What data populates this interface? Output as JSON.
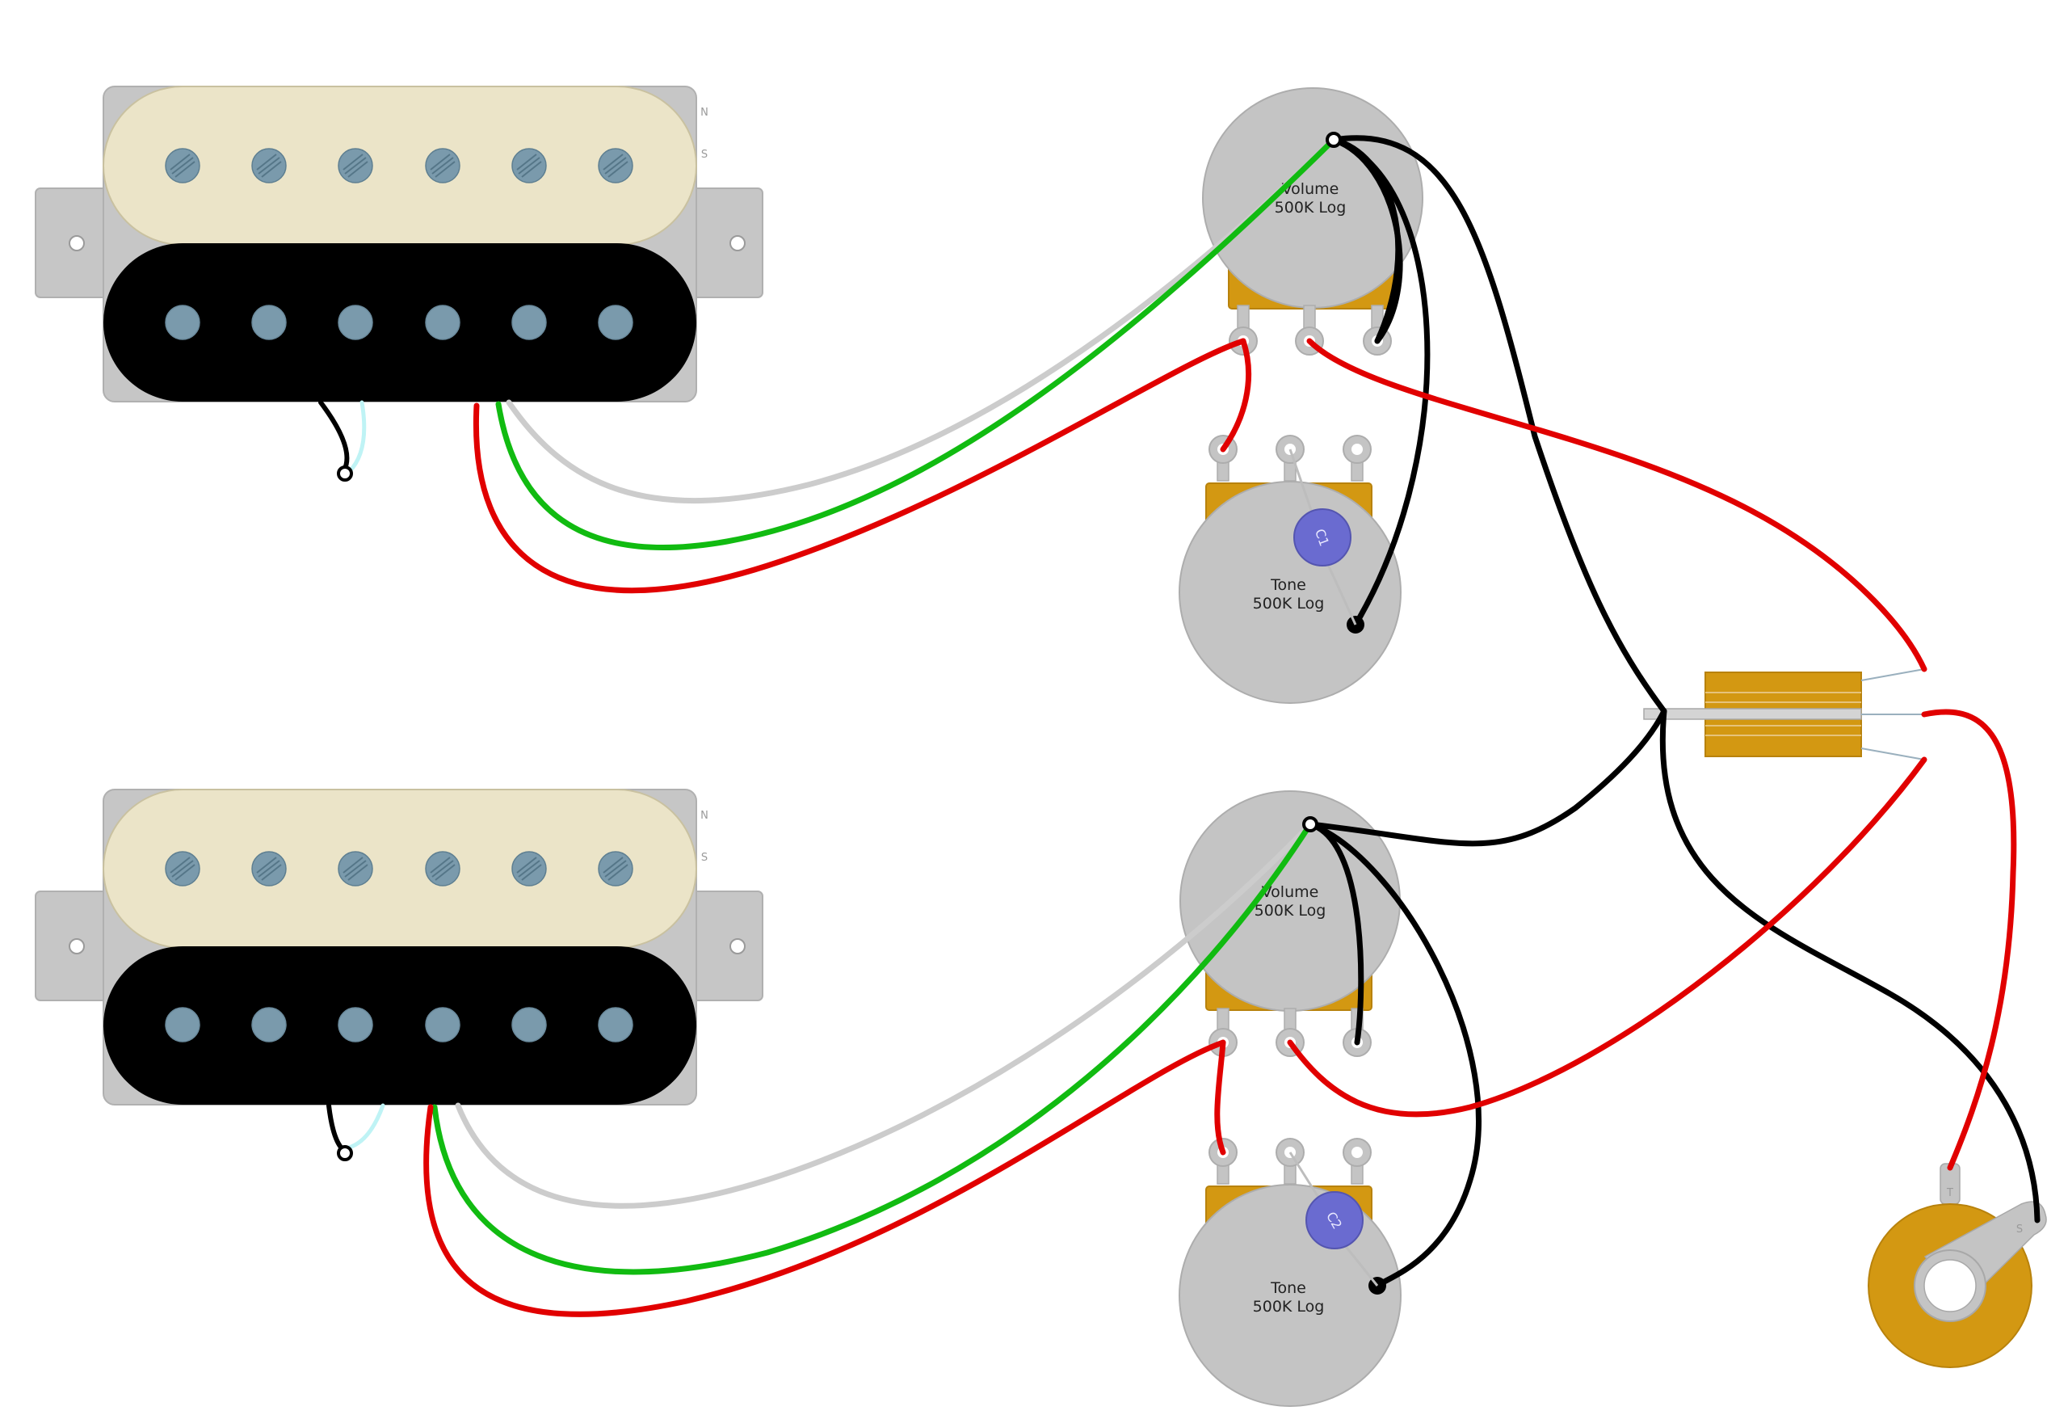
{
  "pickups": [
    {
      "id": "neck",
      "north_label": "N",
      "south_label": "S"
    },
    {
      "id": "bridge",
      "north_label": "N",
      "south_label": "S"
    }
  ],
  "pots": [
    {
      "id": "neck-volume",
      "name": "Volume",
      "value": "500K Log"
    },
    {
      "id": "neck-tone",
      "name": "Tone",
      "value": "500K Log"
    },
    {
      "id": "bridge-volume",
      "name": "Volume",
      "value": "500K Log"
    },
    {
      "id": "bridge-tone",
      "name": "Tone",
      "value": "500K Log"
    }
  ],
  "capacitors": [
    {
      "id": "c1",
      "label": "C1"
    },
    {
      "id": "c2",
      "label": "C2"
    }
  ],
  "jack": {
    "tip_label": "T",
    "sleeve_label": "S"
  },
  "colors": {
    "background": "#ffffff",
    "cream_coil": "#ebe4c8",
    "black_coil": "#000000",
    "pole_piece": "#7a9aac",
    "baseplate": "#c6c6c6",
    "pot_body": "#c4c4c4",
    "lug_mount": "#d39812",
    "wire_hot": "#e10000",
    "wire_ground": "#000000",
    "wire_green": "#11bb11",
    "wire_white": "#cccccc",
    "wire_bare": "#bff3f5",
    "capacitor": "#6a6bd0",
    "jack_body": "#d39812"
  }
}
